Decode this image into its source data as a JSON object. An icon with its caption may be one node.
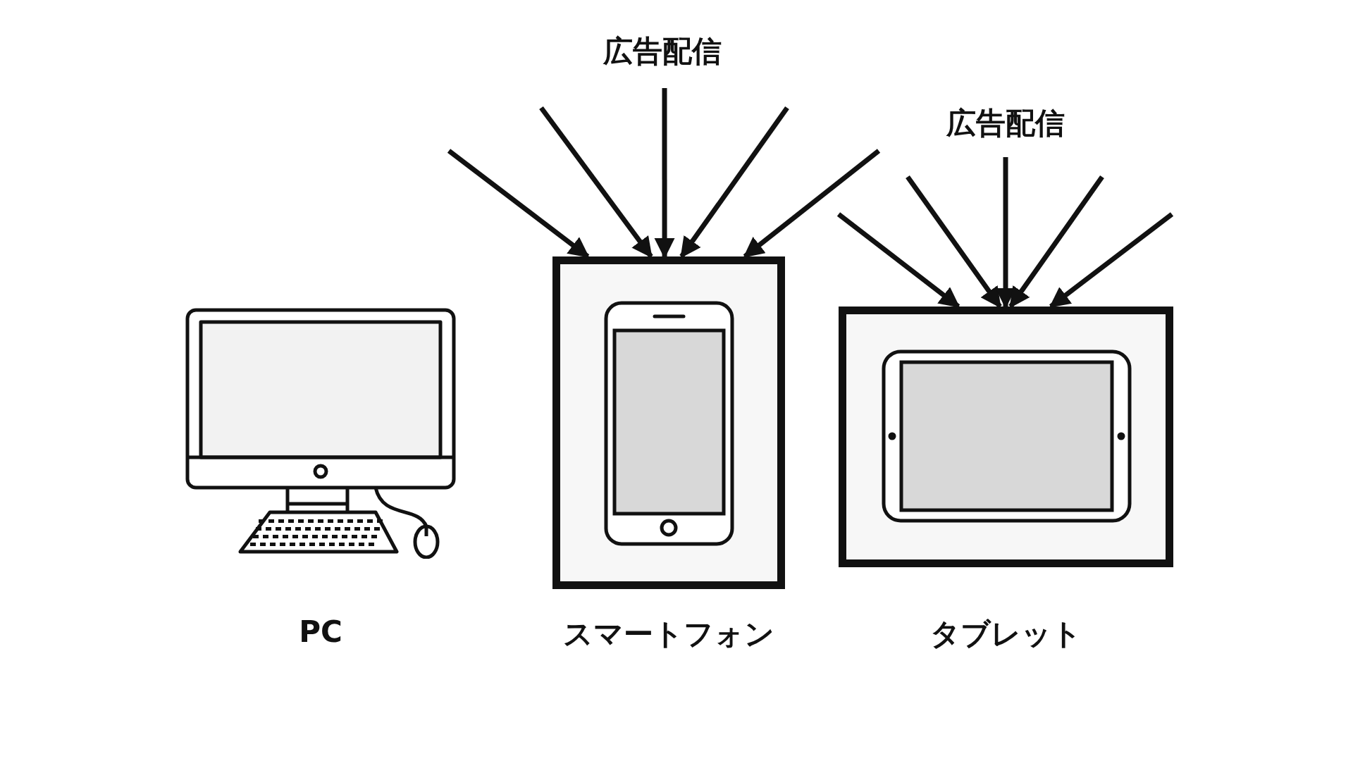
{
  "diagram": {
    "nodes": [
      {
        "text": [
          "PC"
        ]
      },
      {
        "text": [
          "スマートフォン"
        ]
      },
      {
        "text": [
          "タブレット"
        ]
      }
    ],
    "edges": [
      {
        "from": null,
        "to": 1,
        "arrow": "to"
      },
      {
        "from": null,
        "to": 1,
        "arrow": "to"
      },
      {
        "from": null,
        "to": 1,
        "arrow": "to"
      },
      {
        "from": null,
        "to": 1,
        "arrow": "to"
      },
      {
        "from": null,
        "to": 1,
        "arrow": "to"
      },
      {
        "from": null,
        "to": 2,
        "arrow": "to"
      },
      {
        "from": null,
        "to": 2,
        "arrow": "to"
      },
      {
        "from": null,
        "to": 2,
        "arrow": "to"
      },
      {
        "from": null,
        "to": 2,
        "arrow": "to"
      },
      {
        "from": null,
        "to": 2,
        "arrow": "to"
      }
    ],
    "labels": [
      "広告配信",
      "広告配信"
    ]
  }
}
